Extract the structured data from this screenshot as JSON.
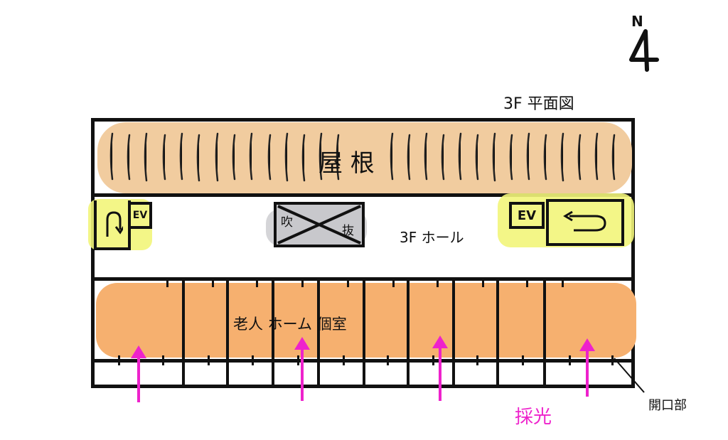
{
  "north": {
    "letter": "N"
  },
  "title": "3F 平面図",
  "roof": {
    "label": "屋 根"
  },
  "hall": {
    "label": "3F ホール"
  },
  "void": {
    "label_left": "吹",
    "label_right": "抜"
  },
  "ev_left": {
    "label": "EV"
  },
  "ev_right": {
    "label": "EV"
  },
  "rooms": {
    "label": "老人 ホーム 個室"
  },
  "light": {
    "label": "採光"
  },
  "opening": {
    "label": "開口部"
  },
  "colors": {
    "roof": "#f0c99a",
    "rooms": "#f6b06f",
    "stairs": "#f2f57a",
    "arrows": "#ee22cc",
    "void": "#c8c8cc"
  }
}
